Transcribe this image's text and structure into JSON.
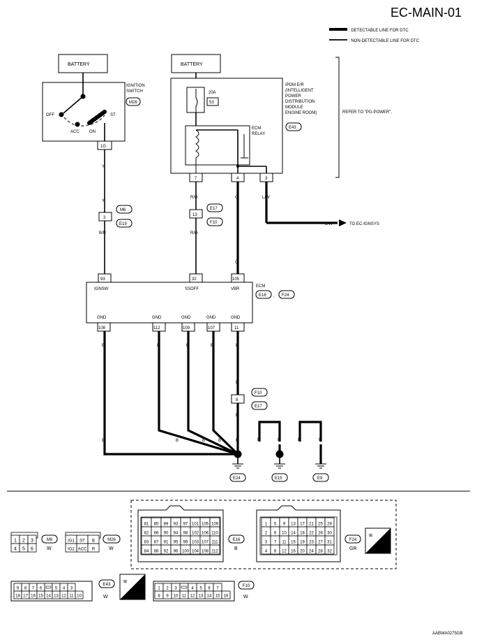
{
  "diagram_id": "EC-MAIN-01",
  "legend": {
    "detectable": ": DETECTABLE LINE FOR DTC",
    "non_detectable": ": NON-DETECTABLE LINE FOR DTC"
  },
  "battery_left": "BATTERY",
  "battery_right": "BATTERY",
  "ignition": {
    "title1": "IGNITION",
    "title2": "SWITCH",
    "code": "M26",
    "off": "OFF",
    "acc": "ACC",
    "on": "ON",
    "st": "ST",
    "pin": "1G"
  },
  "ipdm": {
    "line1": "IPDM E/R",
    "line2": "(INTELLIGENT",
    "line3": "POWER",
    "line4": "DISTRIBUTION",
    "line5": "MODULE",
    "line6": "ENGINE ROOM)",
    "code": "E43",
    "fuse_amp": "20A",
    "fuse_no": "53",
    "relay1": "ECM",
    "relay2": "RELAY",
    "refer": "REFER TO \"PG-POWER\".",
    "pin_a": "7",
    "pin_b": "4",
    "pin_c": "3"
  },
  "wires": {
    "y1": "Y",
    "y2": "Y",
    "br": "B/R",
    "rg1": "R/G",
    "rg2": "R/G",
    "g1": "G",
    "g2": "G",
    "lw1": "L/W",
    "lw2": "L/W",
    "to_ignsys": "TO EC-IGNSYS",
    "b1": "B",
    "b2": "B",
    "b3": "B",
    "b4": "B",
    "b5": "B",
    "b6": "B",
    "b7": "B",
    "b8": "B",
    "b9": "B",
    "b10": "B",
    "b11": "B",
    "b12": "B",
    "b13": "B",
    "b14": "B",
    "b15": "B",
    "b16": "B"
  },
  "connectors": {
    "m6": "M6",
    "e19": "E19",
    "pin3": "3",
    "e17a": "E17",
    "f10a": "F10",
    "pin13": "13",
    "f10b": "F10",
    "e17b": "E17",
    "pin8": "8"
  },
  "ecm": {
    "title": "ECM",
    "code1": "E16",
    "comma": ",",
    "code2": "F24",
    "pin93": "93",
    "pin32": "32",
    "pin105": "105",
    "ignsw": "IGNSW",
    "ssoff": "SSOFF",
    "vbr": "VBR",
    "gnd1": "GND",
    "gnd2": "GND",
    "gnd3": "GND",
    "gnd4": "GND",
    "gnd5": "GND",
    "pin108": "108",
    "pin112": "112",
    "pin109": "109",
    "pin107": "107",
    "pin11": "11"
  },
  "grounds": {
    "e24": "E24",
    "e15": "E15",
    "e9": "E9"
  },
  "connector_views": {
    "m6_code": "M6",
    "m6_color": "W",
    "m6_pins": [
      "1",
      "2",
      "3",
      "4",
      "5",
      "6"
    ],
    "m26_code": "M26",
    "m26_color": "W",
    "m26_pins": [
      "IG1",
      "ST",
      "B",
      "IG2",
      "ACC",
      "R"
    ],
    "e16_code": "E16",
    "e16_color": "B",
    "e16_row1": [
      "81",
      "85",
      "89",
      "93",
      "97",
      "101",
      "105",
      "109"
    ],
    "e16_row2": [
      "82",
      "86",
      "90",
      "94",
      "98",
      "102",
      "106",
      "110"
    ],
    "e16_row3": [
      "83",
      "87",
      "91",
      "95",
      "99",
      "103",
      "107",
      "111"
    ],
    "e16_row4": [
      "84",
      "88",
      "92",
      "96",
      "100",
      "104",
      "108",
      "112"
    ],
    "f24_code": "F24",
    "f24_color": "GR",
    "f24_row1": [
      "1",
      "5",
      "9",
      "13",
      "17",
      "21",
      "25",
      "29"
    ],
    "f24_row2": [
      "2",
      "6",
      "10",
      "14",
      "18",
      "22",
      "26",
      "30"
    ],
    "f24_row3": [
      "3",
      "7",
      "11",
      "15",
      "19",
      "23",
      "27",
      "31"
    ],
    "f24_row4": [
      "4",
      "8",
      "12",
      "16",
      "20",
      "24",
      "28",
      "32"
    ],
    "hs": "H.S.",
    "e43_code": "E43",
    "e43_color": "W",
    "e43_row1": [
      "9",
      "8",
      "7",
      "6",
      "",
      "5",
      "4",
      "3"
    ],
    "e43_row2": [
      "18",
      "17",
      "16",
      "15",
      "14",
      "13",
      "12",
      "11",
      "10"
    ],
    "f10_code": "F10",
    "f10_color": "W",
    "f10_row1": [
      "1",
      "2",
      "3",
      "",
      "4",
      "5",
      "6",
      "7"
    ],
    "f10_row2": [
      "8",
      "9",
      "10",
      "11",
      "12",
      "13",
      "14",
      "15",
      "16"
    ]
  },
  "footer_code": "AABWA0275GB"
}
